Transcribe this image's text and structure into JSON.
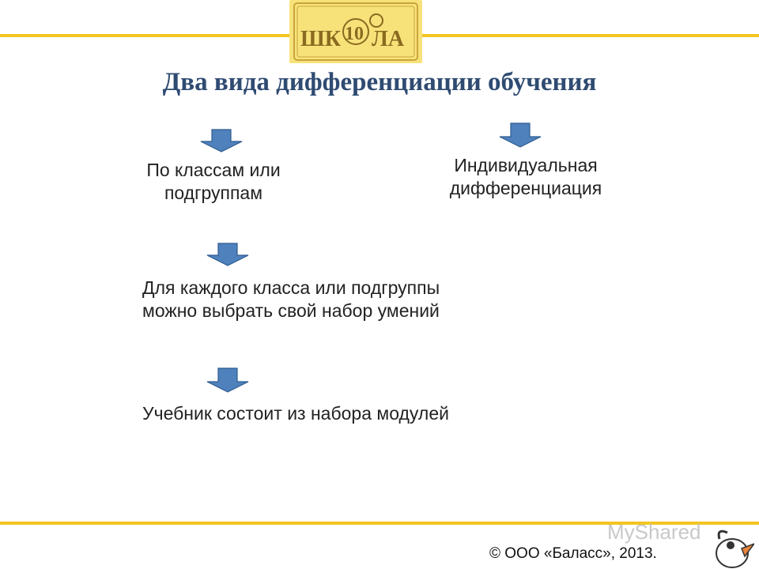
{
  "header": {
    "logo_text_left": "ШК",
    "logo_text_num": "10",
    "logo_text_right": "ЛА"
  },
  "title": "Два вида дифференциации обучения",
  "branches": {
    "left": {
      "label_line1": "По классам или",
      "label_line2": "подгруппам"
    },
    "right": {
      "label_line1": "Индивидуальная",
      "label_line2": "дифференциация"
    }
  },
  "steps": [
    {
      "line1": "Для каждого класса или подгруппы",
      "line2": "можно выбрать свой набор умений"
    },
    {
      "line1": "Учебник состоит из набора модулей"
    }
  ],
  "footer": {
    "copyright": "© ООО «Баласс», 2013."
  },
  "watermark": {
    "text": "MyShared"
  },
  "colors": {
    "accent_rule": "#f2c51f",
    "arrow_fill": "#4f81bd",
    "title": "#2f4b72"
  }
}
